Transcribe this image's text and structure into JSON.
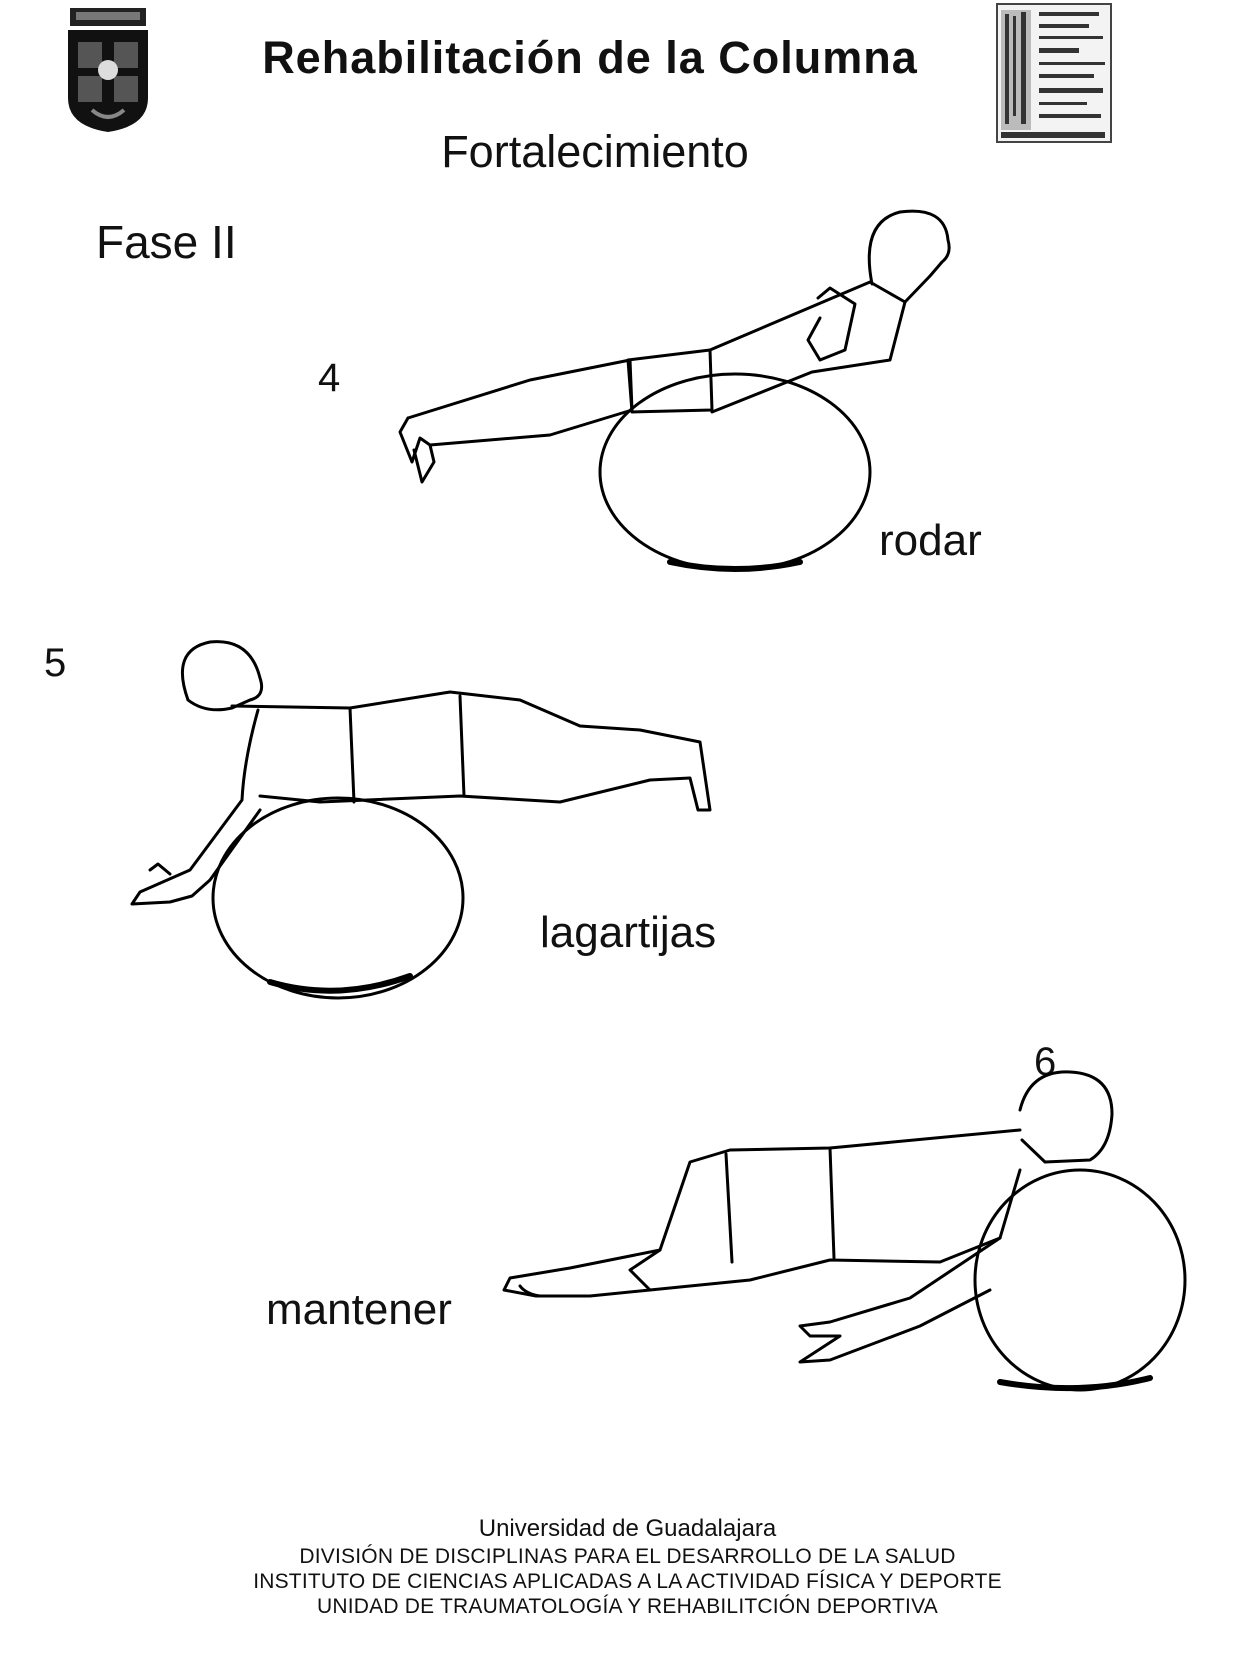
{
  "document": {
    "title": "Rehabilitación de la Columna",
    "subtitle": "Fortalecimiento",
    "phase": "Fase II"
  },
  "exercises": [
    {
      "number": "4",
      "label": "rodar"
    },
    {
      "number": "5",
      "label": "lagartijas"
    },
    {
      "number": "6",
      "label": "mantener"
    }
  ],
  "footer": {
    "line1": "Universidad de Guadalajara",
    "line2": "DIVISIÓN DE DISCIPLINAS PARA EL DESARROLLO DE LA SALUD",
    "line3": "INSTITUTO DE CIENCIAS APLICADAS A LA ACTIVIDAD FÍSICA Y DEPORTE",
    "line4": "UNIDAD DE TRAUMATOLOGÍA Y REHABILITCIÓN DEPORTIVA"
  },
  "icons": {
    "left_logo": "university-seal-icon",
    "right_logo": "institutional-stamp-icon"
  }
}
